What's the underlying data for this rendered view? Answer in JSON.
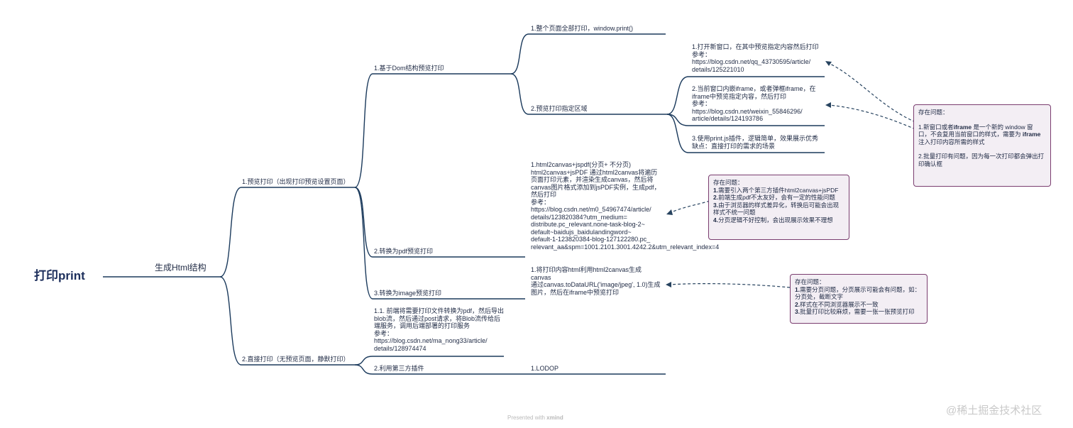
{
  "root": {
    "title": "打印print"
  },
  "main": {
    "label": "生成Html结构"
  },
  "branch_preview": {
    "label": "1.预览打印（出现打印预览设置页面）",
    "dom": {
      "label": "1.基于Dom结构预览打印",
      "full": "1.整个页面全部打印，window.print()",
      "area": {
        "label": "2.预览打印指定区域",
        "opt1": [
          "1.打开新窗口，在其中预览指定内容然后打印",
          "参考：",
          "https://blog.csdn.net/qq_43730595/article/",
          "details/125221010"
        ],
        "opt2": [
          "2.当前窗口内嵌iframe，或者弹框iframe，在",
          "iframe中预览指定内容，然后打印",
          "参考：",
          "https://blog.csdn.net/weixin_55846296/",
          "article/details/124193786"
        ],
        "opt3": [
          "3.使用print.js插件，逻辑简单，效果展示优秀",
          "缺点：直接打印的需求的场景"
        ]
      }
    },
    "pdf": {
      "label": "2.转换为pdf预览打印",
      "detail": [
        "1.html2canvas+jspdf(分页+ 不分页)",
        "html2canvas+jsPDF 通过html2canvas将遍历",
        "页面打印元素，并渲染生成canvas，然后将",
        "canvas图片格式添加到jsPDF实例，生成pdf，",
        "然后打印",
        "参考：",
        "https://blog.csdn.net/m0_54967474/article/",
        "details/123820384?utm_medium=",
        "distribute.pc_relevant.none-task-blog-2~",
        "default~baidujs_baidulandingword~",
        "default-1-123820384-blog-127122280.pc_",
        "relevant_aa&spm=1001.2101.3001.4242.2&utm_relevant_index=4"
      ]
    },
    "image": {
      "label": "3.转换为image预览打印",
      "detail": [
        "1.将打印内容html利用html2canvas生成",
        "canvas",
        "通过canvas.toDataURL('image/jpeg', 1.0)生成",
        "图片，然后在iframe中预览打印"
      ]
    }
  },
  "branch_direct": {
    "label": "2.直接打印（无预览页面，静默打印）",
    "backend": [
      "1.1. 前端将需要打印文件转换为pdf，然后导出",
      "blob流，然后通过post请求，将Blob流传给后",
      "端服务，调用后端部署的打印服务",
      "参考：",
      "https://blog.csdn.net/ma_nong33/article/",
      "details/128974474"
    ],
    "plugin": {
      "label": "2.利用第三方插件",
      "detail": "1.LODOP"
    }
  },
  "notes": {
    "iframe_issue": {
      "title": "存在问题：",
      "items": [
        {
          "lead": "1.新窗口或者",
          "bold": "iframe",
          "rest": " 是一个新的 window 窗"
        },
        {
          "lead": "口，不会复用当前窗口的样式，需要为 ",
          "bold": "iframe",
          "rest": ""
        },
        {
          "lead": "注入打印内容所需的样式",
          "bold": "",
          "rest": ""
        },
        {
          "lead": "",
          "bold": "",
          "rest": ""
        },
        {
          "lead": "2.批量打印有问题，因为每一次打印都会弹出打",
          "bold": "",
          "rest": ""
        },
        {
          "lead": "印确认框",
          "bold": "",
          "rest": ""
        }
      ]
    },
    "pdf_issue": {
      "title": "存在问题：",
      "items": [
        {
          "lead": "1.",
          "bold": "",
          "rest": "需要引入两个第三方插件html2canvas+jsPDF"
        },
        {
          "lead": "2.",
          "bold": "",
          "rest": "前端生成pdf不太友好，会有一定的性能问题"
        },
        {
          "lead": "3.",
          "bold": "",
          "rest": "由于浏览器的样式差异化，转换后可能会出现"
        },
        {
          "lead": "",
          "bold": "",
          "rest": "样式不统一问题"
        },
        {
          "lead": "4.",
          "bold": "",
          "rest": "分页逻辑不好控制，会出现展示效果不理想"
        }
      ]
    },
    "image_issue": {
      "title": "存在问题：",
      "items": [
        {
          "lead": "1.",
          "bold": "",
          "rest": "需要分页问题，分页展示可能会有问题，如："
        },
        {
          "lead": "",
          "bold": "",
          "rest": "分页处，截断文字"
        },
        {
          "lead": "2.",
          "bold": "",
          "rest": "样式在不同浏览器展示不一致"
        },
        {
          "lead": "3.",
          "bold": "",
          "rest": "批量打印比较麻烦，需要一张一张预览打印"
        }
      ]
    }
  },
  "footer": {
    "presented": "Presented with ",
    "brand": "xmind"
  },
  "watermark": "@稀土掘金技术社区",
  "colors": {
    "line": "#1b3a5c",
    "note_border": "#7a3d6f",
    "note_bg": "#f3eef4",
    "text": "#1f2a44"
  }
}
